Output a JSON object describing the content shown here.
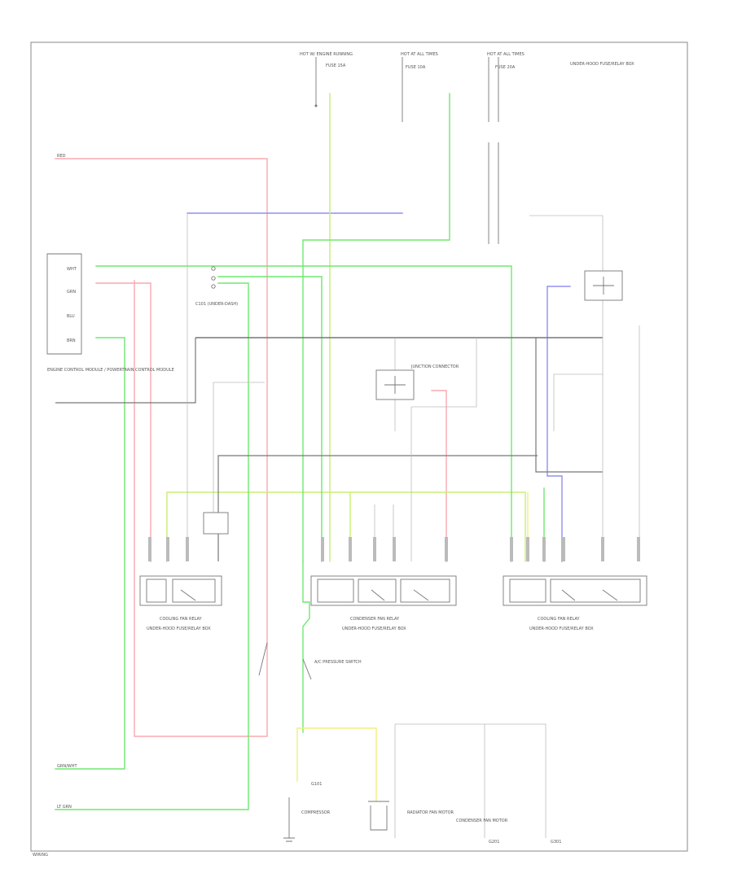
{
  "wire_colors": {
    "red": "#f8a8b0",
    "green": "#6ee86e",
    "lime": "#c8f070",
    "blue": "#9090f0",
    "yellow": "#f0f080",
    "gray": "#cccccc",
    "dark": "#777777"
  },
  "labels": {
    "top_fuse_a": "HOT W/ ENGINE RUNNING",
    "top_fuse_a_sub": "FUSE 15A",
    "top_fuse_b": "HOT AT ALL TIMES",
    "top_fuse_b_sub": "FUSE 10A",
    "top_fuse_c": "HOT AT ALL TIMES",
    "top_fuse_c_sub": "FUSE 20A",
    "top_right_note": "UNDER-HOOD FUSE/RELAY BOX",
    "connector_c1": "C101 (UNDER-DASH)",
    "pcm_box": "ENGINE CONTROL MODULE / POWERTRAIN CONTROL MODULE",
    "pcm_pin1": "WHT",
    "pcm_pin2": "GRN",
    "pcm_pin3": "BLU",
    "pcm_pin4": "BRN",
    "junction_mid": "JUNCTION CONNECTOR",
    "relay_left": "COOLING FAN RELAY",
    "relay_mid": "CONDENSER FAN RELAY",
    "relay_right": "COOLING FAN RELAY",
    "relay_box_left": "UNDER-HOOD FUSE/RELAY BOX",
    "relay_box_mid": "UNDER-HOOD FUSE/RELAY BOX",
    "relay_box_right": "UNDER-HOOD FUSE/RELAY BOX",
    "switch_label": "A/C PRESSURE SWITCH",
    "ground_label": "G101",
    "motor_left": "RADIATOR FAN MOTOR",
    "motor_right": "CONDENSER FAN MOTOR",
    "bottom_note": "COMPRESSOR",
    "bottom_label_a": "G201",
    "bottom_label_b": "G301",
    "left_wire_top": "RED",
    "left_wire_bot1": "GRN/WHT",
    "left_wire_bot2": "LT GRN",
    "footer": "WIRING"
  }
}
